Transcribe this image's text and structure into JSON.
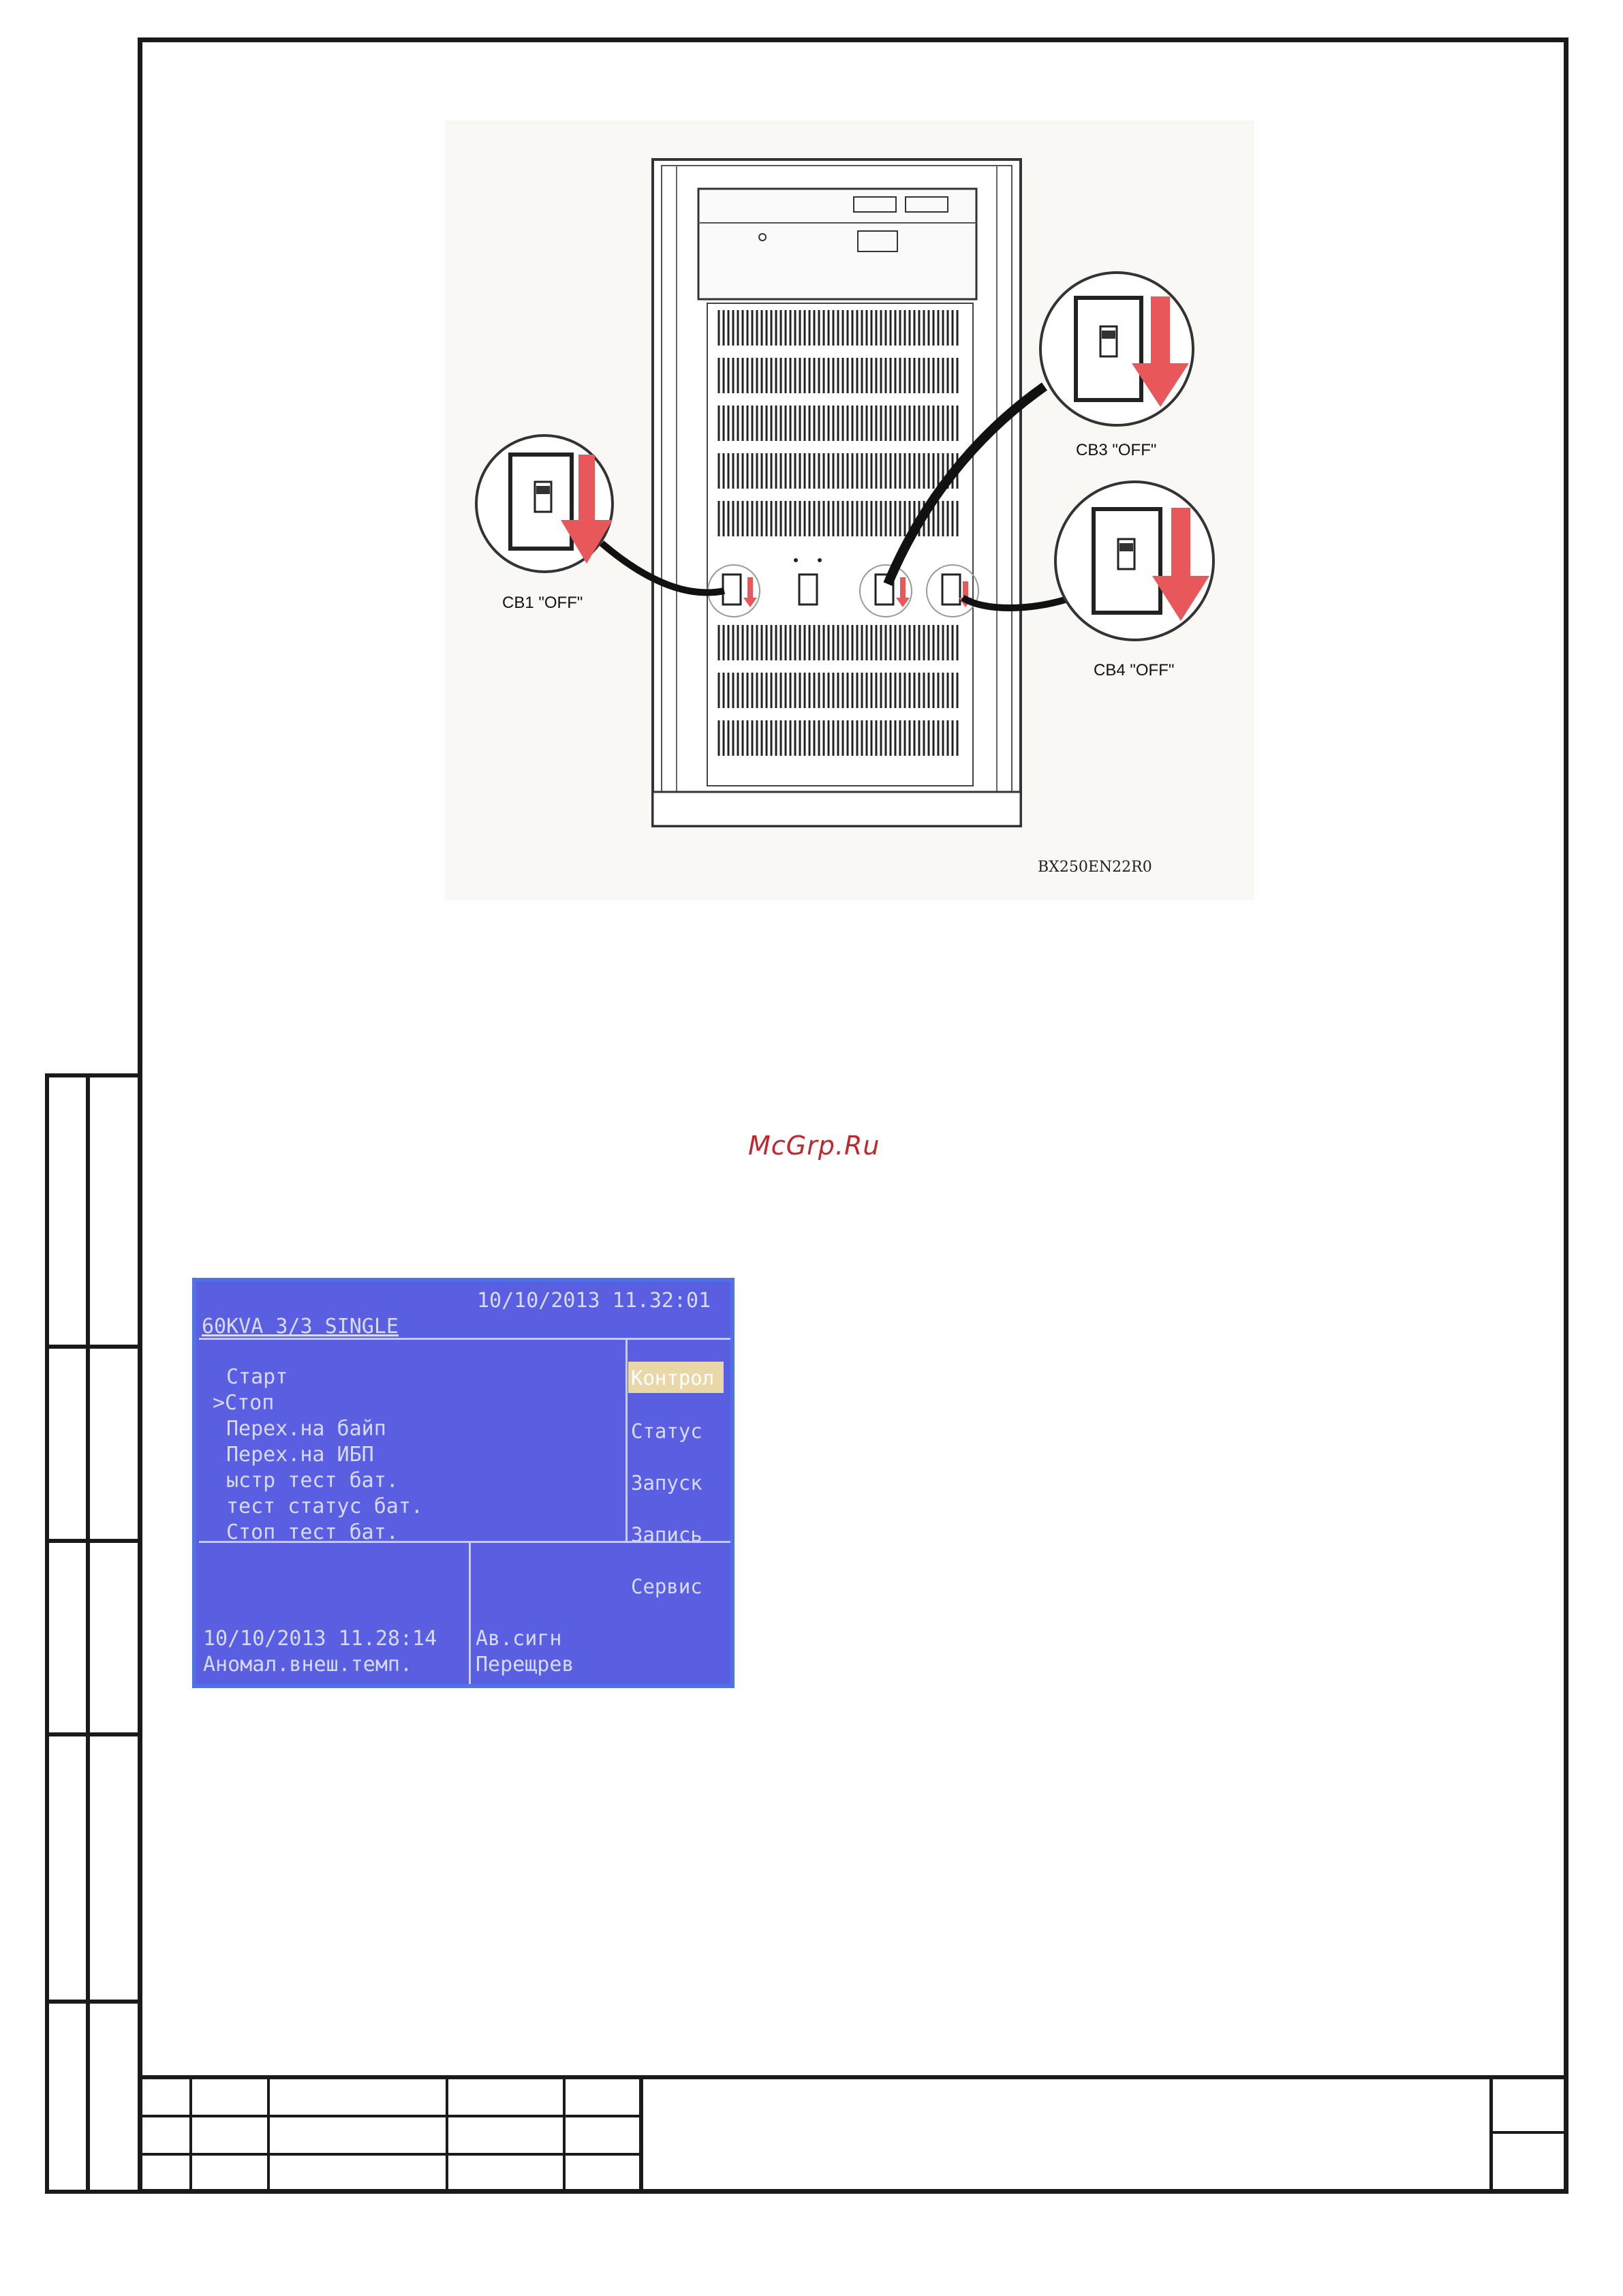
{
  "figure": {
    "callouts": [
      {
        "id": "cb1",
        "label": "CB1 \"OFF\""
      },
      {
        "id": "cb3",
        "label": "CB3 \"OFF\""
      },
      {
        "id": "cb4",
        "label": "CB4 \"OFF\""
      }
    ],
    "code": "BX250EN22R0"
  },
  "watermark": "McGrp.Ru",
  "screen": {
    "datetime": "10/10/2013 11.32:01",
    "model": "60KVA 3/3  SINGLE",
    "menu_items": [
      "Старт",
      ">Стоп",
      "Перех.на байп",
      "Перех.на ИБП",
      "ыстр тест бат.",
      "тест статус бат.",
      "Стоп тест бат."
    ],
    "side_tabs": [
      "Контрол",
      "Статус",
      "Запуск",
      "Запись",
      "Сервис"
    ],
    "footer": {
      "event_time": "10/10/2013  11.28:14",
      "event_text": "Аномал.внеш.темп.",
      "alarm_type": "Ав.сигн",
      "alarm_text": "Перещрев"
    },
    "colors": {
      "background": "#5a5ee0",
      "active_tab": "#e9d7a8"
    }
  }
}
